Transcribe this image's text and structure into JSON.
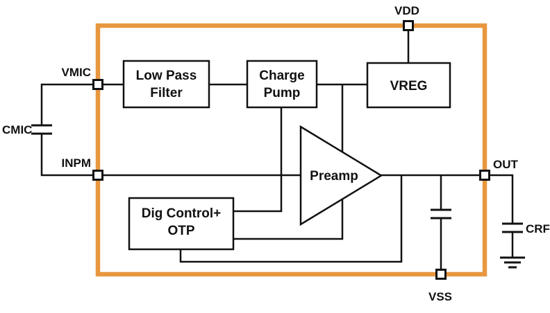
{
  "diagram": {
    "blocks": {
      "low_pass_filter": {
        "line1": "Low Pass",
        "line2": "Filter"
      },
      "charge_pump": {
        "line1": "Charge",
        "line2": "Pump"
      },
      "vreg": {
        "label": "VREG"
      },
      "dig_control": {
        "line1": "Dig Control+",
        "line2": "OTP"
      },
      "preamp": {
        "label": "Preamp"
      }
    },
    "pins": {
      "vdd": "VDD",
      "vmic": "VMIC",
      "inpm": "INPM",
      "out": "OUT",
      "vss": "VSS"
    },
    "external_components": {
      "cmic": "CMIC",
      "crf": "CRF"
    },
    "colors": {
      "chip_border": "#E8973F",
      "wire": "#111111",
      "block_fill": "#FFFFFF",
      "background": "#FFFFFF"
    }
  }
}
